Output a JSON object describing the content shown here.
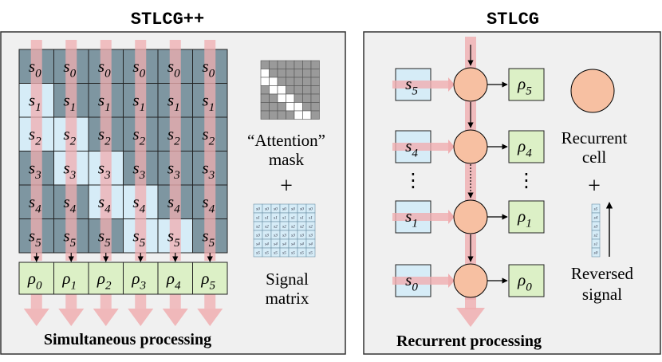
{
  "left_panel": {
    "title": "STLCG++",
    "caption": "Simultaneous processing",
    "signal_labels": [
      [
        "s",
        "0"
      ],
      [
        "s",
        "1"
      ],
      [
        "s",
        "2"
      ],
      [
        "s",
        "3"
      ],
      [
        "s",
        "4"
      ],
      [
        "s",
        "5"
      ]
    ],
    "output_labels": [
      [
        "ρ",
        "0"
      ],
      [
        "ρ",
        "1"
      ],
      [
        "ρ",
        "2"
      ],
      [
        "ρ",
        "3"
      ],
      [
        "ρ",
        "4"
      ],
      [
        "ρ",
        "5"
      ]
    ],
    "attention_text_line1": "“Attention”",
    "attention_text_line2": "mask",
    "plus": "+",
    "signal_matrix_line1": "Signal",
    "signal_matrix_line2": "matrix",
    "mask_pattern": [
      [
        1,
        1,
        1,
        1,
        1,
        1
      ],
      [
        0,
        1,
        1,
        1,
        1,
        1
      ],
      [
        0,
        0,
        1,
        1,
        1,
        1
      ],
      [
        1,
        0,
        0,
        1,
        1,
        1
      ],
      [
        1,
        1,
        0,
        0,
        1,
        1
      ],
      [
        1,
        1,
        1,
        0,
        0,
        1
      ]
    ],
    "colors": {
      "masked_cell": "#7e96a1",
      "active_cell": "#d6ecf7",
      "output_cell": "#dcf0c6",
      "stream": "#f0aeb0"
    }
  },
  "right_panel": {
    "title": "STLCG",
    "caption": "Recurrent processing",
    "rows": [
      {
        "input": [
          "s",
          "5"
        ],
        "output": [
          "ρ",
          "5"
        ]
      },
      {
        "input": [
          "s",
          "4"
        ],
        "output": [
          "ρ",
          "4"
        ]
      },
      {
        "input": [
          "s",
          "1"
        ],
        "output": [
          "ρ",
          "1"
        ]
      },
      {
        "input": [
          "s",
          "0"
        ],
        "output": [
          "ρ",
          "0"
        ]
      }
    ],
    "ellipsis": "⋮",
    "legend_cell_line1": "Recurrent",
    "legend_cell_line2": "cell",
    "plus": "+",
    "legend_signal_line1": "Reversed",
    "legend_signal_line2": "signal",
    "colors": {
      "cell": "#f7c0a2",
      "input_box": "#d6ecf7",
      "output_box": "#dcf0c6",
      "stream": "#f0aeb0"
    }
  }
}
